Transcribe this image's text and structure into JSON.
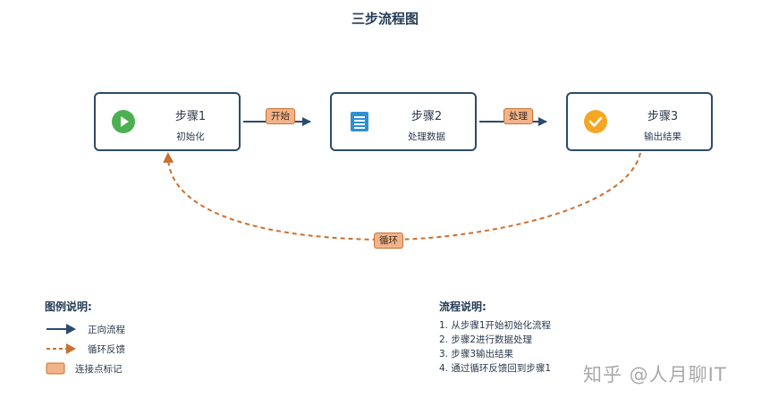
{
  "title": "三步流程图",
  "nodes": [
    {
      "title": "步骤1",
      "subtitle": "初始化",
      "icon": "play-circle-icon",
      "icon_color": "#4caf50"
    },
    {
      "title": "步骤2",
      "subtitle": "处理数据",
      "icon": "document-list-icon",
      "icon_color": "#2f8fd3"
    },
    {
      "title": "步骤3",
      "subtitle": "输出结果",
      "icon": "check-circle-icon",
      "icon_color": "#f5a623"
    }
  ],
  "edges": [
    {
      "from": "步骤1",
      "to": "步骤2",
      "label": "开始",
      "style": "solid"
    },
    {
      "from": "步骤2",
      "to": "步骤3",
      "label": "处理",
      "style": "solid"
    },
    {
      "from": "步骤3",
      "to": "步骤1",
      "label": "循环",
      "style": "dashed"
    }
  ],
  "legend": {
    "title": "图例说明:",
    "items": [
      {
        "label": "正向流程",
        "kind": "solid-arrow"
      },
      {
        "label": "循环反馈",
        "kind": "dashed-arrow"
      },
      {
        "label": "连接点标记",
        "kind": "tag"
      }
    ]
  },
  "flow": {
    "title": "流程说明:",
    "steps": [
      "1. 从步骤1开始初始化流程",
      "2. 步骤2进行数据处理",
      "3. 步骤3输出结果",
      "4. 通过循环反馈回到步骤1"
    ]
  },
  "watermark": "知乎 @人月聊IT",
  "colors": {
    "node_border": "#2c4a6e",
    "solid_arrow": "#2c4a6e",
    "dashed_arrow": "#c9702f",
    "tag_fill": "#f2b38a",
    "tag_border": "#c9702f"
  }
}
